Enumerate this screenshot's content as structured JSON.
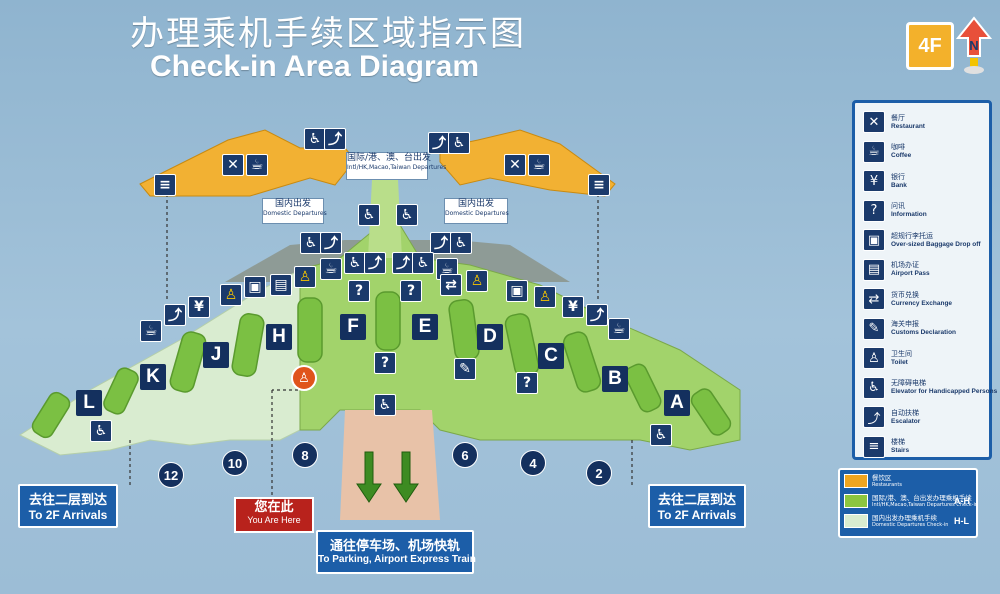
{
  "title": {
    "cn": "办理乘机手续区域指示图",
    "en": "Check-in Area Diagram"
  },
  "floor": "4F",
  "north_label": "N",
  "counters": [
    "A",
    "B",
    "C",
    "D",
    "E",
    "F",
    "H",
    "J",
    "K",
    "L"
  ],
  "gates": [
    "2",
    "4",
    "6",
    "8",
    "10",
    "12"
  ],
  "tags": {
    "intl": {
      "cn": "国际/港、澳、台出发",
      "en": "Intl/HK,Macao,Taiwan Departures"
    },
    "domestic_left": {
      "cn": "国内出发",
      "en": "Domestic Departures"
    },
    "domestic_right": {
      "cn": "国内出发",
      "en": "Domestic Departures"
    }
  },
  "nav": {
    "left": {
      "cn": "去往二层到达",
      "en": "To 2F Arrivals"
    },
    "right": {
      "cn": "去往二层到达",
      "en": "To 2F Arrivals"
    },
    "bottom": {
      "cn": "通往停车场、机场快轨",
      "en": "To Parking, Airport Express Train"
    }
  },
  "you_are_here": {
    "cn": "您在此",
    "en": "You Are Here"
  },
  "legend": [
    {
      "icon": "restaurant-icon",
      "glyph": "✕",
      "cn": "餐厅",
      "en": "Restaurant"
    },
    {
      "icon": "coffee-icon",
      "glyph": "☕",
      "cn": "咖啡",
      "en": "Coffee"
    },
    {
      "icon": "bank-icon",
      "glyph": "¥",
      "cn": "银行",
      "en": "Bank"
    },
    {
      "icon": "information-icon",
      "glyph": "?",
      "cn": "问讯",
      "en": "Information"
    },
    {
      "icon": "baggage-dropoff-icon",
      "glyph": "▣",
      "cn": "超规行李托运",
      "en": "Over-sized Baggage Drop off"
    },
    {
      "icon": "airport-pass-icon",
      "glyph": "▤",
      "cn": "机场办证",
      "en": "Airport Pass"
    },
    {
      "icon": "currency-exchange-icon",
      "glyph": "⇄",
      "cn": "货币兑换",
      "en": "Currency Exchange"
    },
    {
      "icon": "customs-icon",
      "glyph": "✎",
      "cn": "海关申报",
      "en": "Customs Declaration"
    },
    {
      "icon": "toilet-icon",
      "glyph": "♙",
      "cn": "卫生间",
      "en": "Toilet"
    },
    {
      "icon": "elevator-icon",
      "glyph": "♿",
      "cn": "无障碍电梯",
      "en": "Elevator for Handicapped Persons"
    },
    {
      "icon": "escalator-icon",
      "glyph": "⤴",
      "cn": "自动扶梯",
      "en": "Escalator"
    },
    {
      "icon": "stairs-icon",
      "glyph": "≡",
      "cn": "楼梯",
      "en": "Stairs"
    }
  ],
  "zones": [
    {
      "color": "#f0a51f",
      "cn": "餐饮区",
      "en": "Restaurants",
      "range": ""
    },
    {
      "color": "#8cc63f",
      "cn": "国际/港、澳、台出发办理乘机手续",
      "en": "Intl/HK,Macao,Taiwan Departures Check-in",
      "range": "A-H"
    },
    {
      "color": "#d9ecd0",
      "cn": "国内出发办理乘机手续",
      "en": "Domestic Departures Check-in",
      "range": "H-L"
    }
  ],
  "colors": {
    "intl_zone": "#8cc63f",
    "domestic_zone": "#d9ecd0",
    "restaurant_zone": "#f0a51f",
    "sign_blue": "#1c5ea8",
    "here_red": "#b8221c"
  }
}
